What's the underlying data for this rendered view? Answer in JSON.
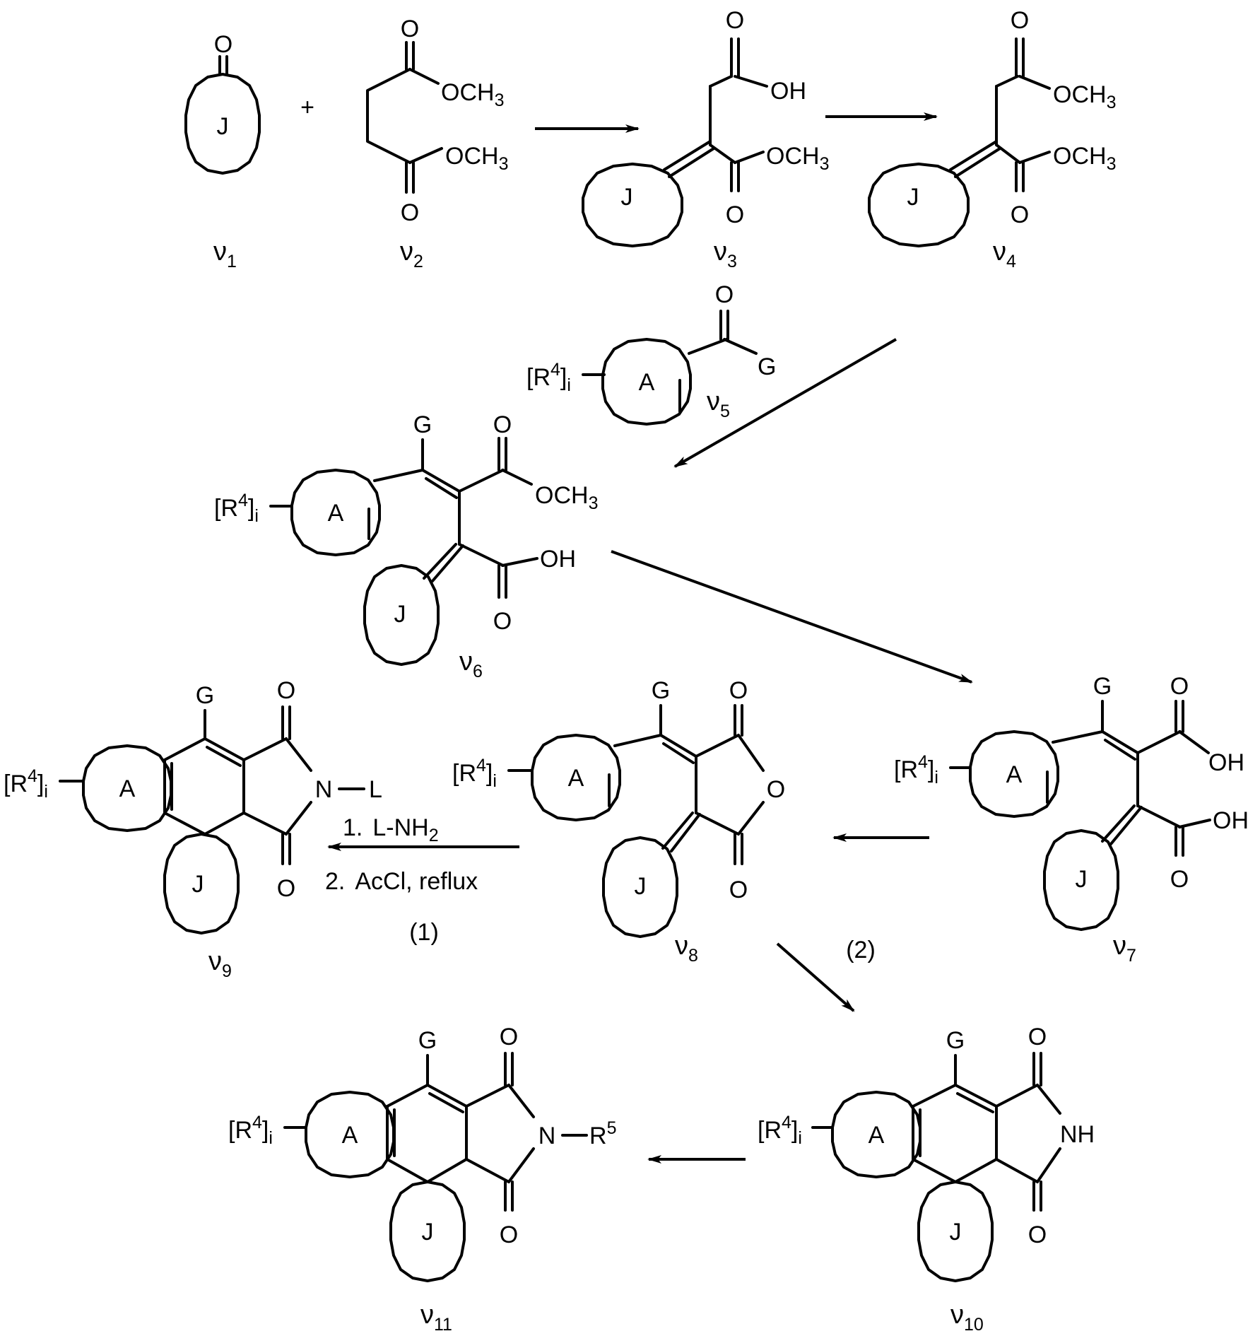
{
  "ring_labels": {
    "A": "A",
    "J": "J"
  },
  "atoms": {
    "O": "O",
    "OH": "OH",
    "OMe": "OCH",
    "three": "3",
    "G": "G",
    "N": "N",
    "NH": "NH",
    "L": "L",
    "R": "R",
    "five": "5",
    "R4_open": "[R",
    "R4_sup": "4",
    "R4_close": "]",
    "i": "i"
  },
  "misc": {
    "plus": "+"
  },
  "compounds": [
    {
      "id": "v1",
      "symbol": "ν",
      "sub": "1"
    },
    {
      "id": "v2",
      "symbol": "ν",
      "sub": "2"
    },
    {
      "id": "v3",
      "symbol": "ν",
      "sub": "3"
    },
    {
      "id": "v4",
      "symbol": "ν",
      "sub": "4"
    },
    {
      "id": "v5",
      "symbol": "ν",
      "sub": "5"
    },
    {
      "id": "v6",
      "symbol": "ν",
      "sub": "6"
    },
    {
      "id": "v7",
      "symbol": "ν",
      "sub": "7"
    },
    {
      "id": "v8",
      "symbol": "ν",
      "sub": "8"
    },
    {
      "id": "v9",
      "symbol": "ν",
      "sub": "9"
    },
    {
      "id": "v10",
      "symbol": "ν",
      "sub": "10"
    },
    {
      "id": "v11",
      "symbol": "ν",
      "sub": "11"
    }
  ],
  "conditions": {
    "step1": {
      "num": "1.",
      "text": "L-NH",
      "sub": "2"
    },
    "step2": {
      "num": "2.",
      "text": "AcCl, reflux"
    },
    "route1": "(1)",
    "route2": "(2)"
  }
}
